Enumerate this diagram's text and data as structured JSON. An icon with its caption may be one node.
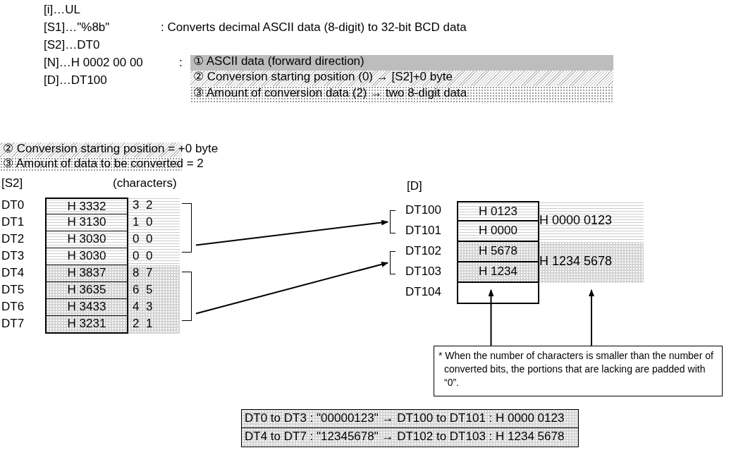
{
  "diagram": {
    "nodes": [
      {
        "text": [
          "① ASCII data (forward direction)"
        ]
      },
      {
        "text": [
          "② Conversion starting position (0) → [S2]+0 byte"
        ]
      },
      {
        "text": [
          "③ Amount of conversion data (2)  → two 8-digit data"
        ]
      },
      {
        "text": [
          "② Conversion starting position = +0 byte"
        ]
      },
      {
        "text": [
          "③ Amount of data to be converted = 2"
        ]
      },
      {
        "text": [
          "H 3332"
        ],
        "beside": [
          "DT0",
          "3  2"
        ]
      },
      {
        "text": [
          "H 3130"
        ],
        "beside": [
          "DT1",
          "1  0"
        ]
      },
      {
        "text": [
          "H 3030"
        ],
        "beside": [
          "DT2",
          "0  0"
        ]
      },
      {
        "text": [
          "H 3030"
        ],
        "beside": [
          "DT3",
          "0  0"
        ]
      },
      {
        "text": [
          "H 3837"
        ],
        "beside": [
          "DT4",
          "8  7"
        ]
      },
      {
        "text": [
          "H 3635"
        ],
        "beside": [
          "DT5",
          "6  5"
        ]
      },
      {
        "text": [
          "H 3433"
        ],
        "beside": [
          "DT6",
          "4  3"
        ]
      },
      {
        "text": [
          "H 3231"
        ],
        "beside": [
          "DT7",
          "2  1"
        ]
      },
      {
        "text": [
          "H 0123"
        ],
        "beside": [
          "DT100"
        ]
      },
      {
        "text": [
          "H 0000"
        ],
        "beside": [
          "DT101"
        ]
      },
      {
        "text": [
          "H 5678"
        ],
        "beside": [
          "DT102"
        ]
      },
      {
        "text": [
          "H 1234"
        ],
        "beside": [
          "DT103"
        ]
      },
      {
        "text": [],
        "shape": "box",
        "beside": [
          "DT104"
        ]
      },
      {
        "text": [
          "H 0000 0123"
        ]
      },
      {
        "text": [
          "H 1234 5678"
        ]
      },
      {
        "text": [
          "* When the number of characters is smaller than the number of converted bits, the portions that are lacking are padded with “0”."
        ]
      },
      {
        "text": [],
        "shape": "bracket"
      },
      {
        "text": [],
        "shape": "bracket"
      },
      {
        "text": [],
        "shape": "bracket"
      },
      {
        "text": [],
        "shape": "bracket"
      }
    ],
    "edges": [
      {
        "from": 21,
        "to": 23,
        "arrow": "to"
      },
      {
        "from": 22,
        "to": 24,
        "arrow": "to"
      },
      {
        "from": 20,
        "to": 17,
        "arrow": "to"
      },
      {
        "from": 20,
        "to": 19,
        "arrow": "to"
      }
    ],
    "labels": [
      "[i]…UL",
      "[S1]…\"%8b\"",
      ": Converts decimal ASCII data (8-digit) to 32-bit BCD data",
      "[S2]…DT0",
      "[N]…H 0002 00 00",
      ":",
      "[D]…DT100",
      "[S2]",
      "(characters)",
      "[D]",
      "DT0 to DT3 : \"00000123\" →  DT100 to DT101 : H 0000 0123",
      "DT4 to DT7 : \"12345678\" →  DT102 to DT103 : H 1234 5678"
    ]
  }
}
